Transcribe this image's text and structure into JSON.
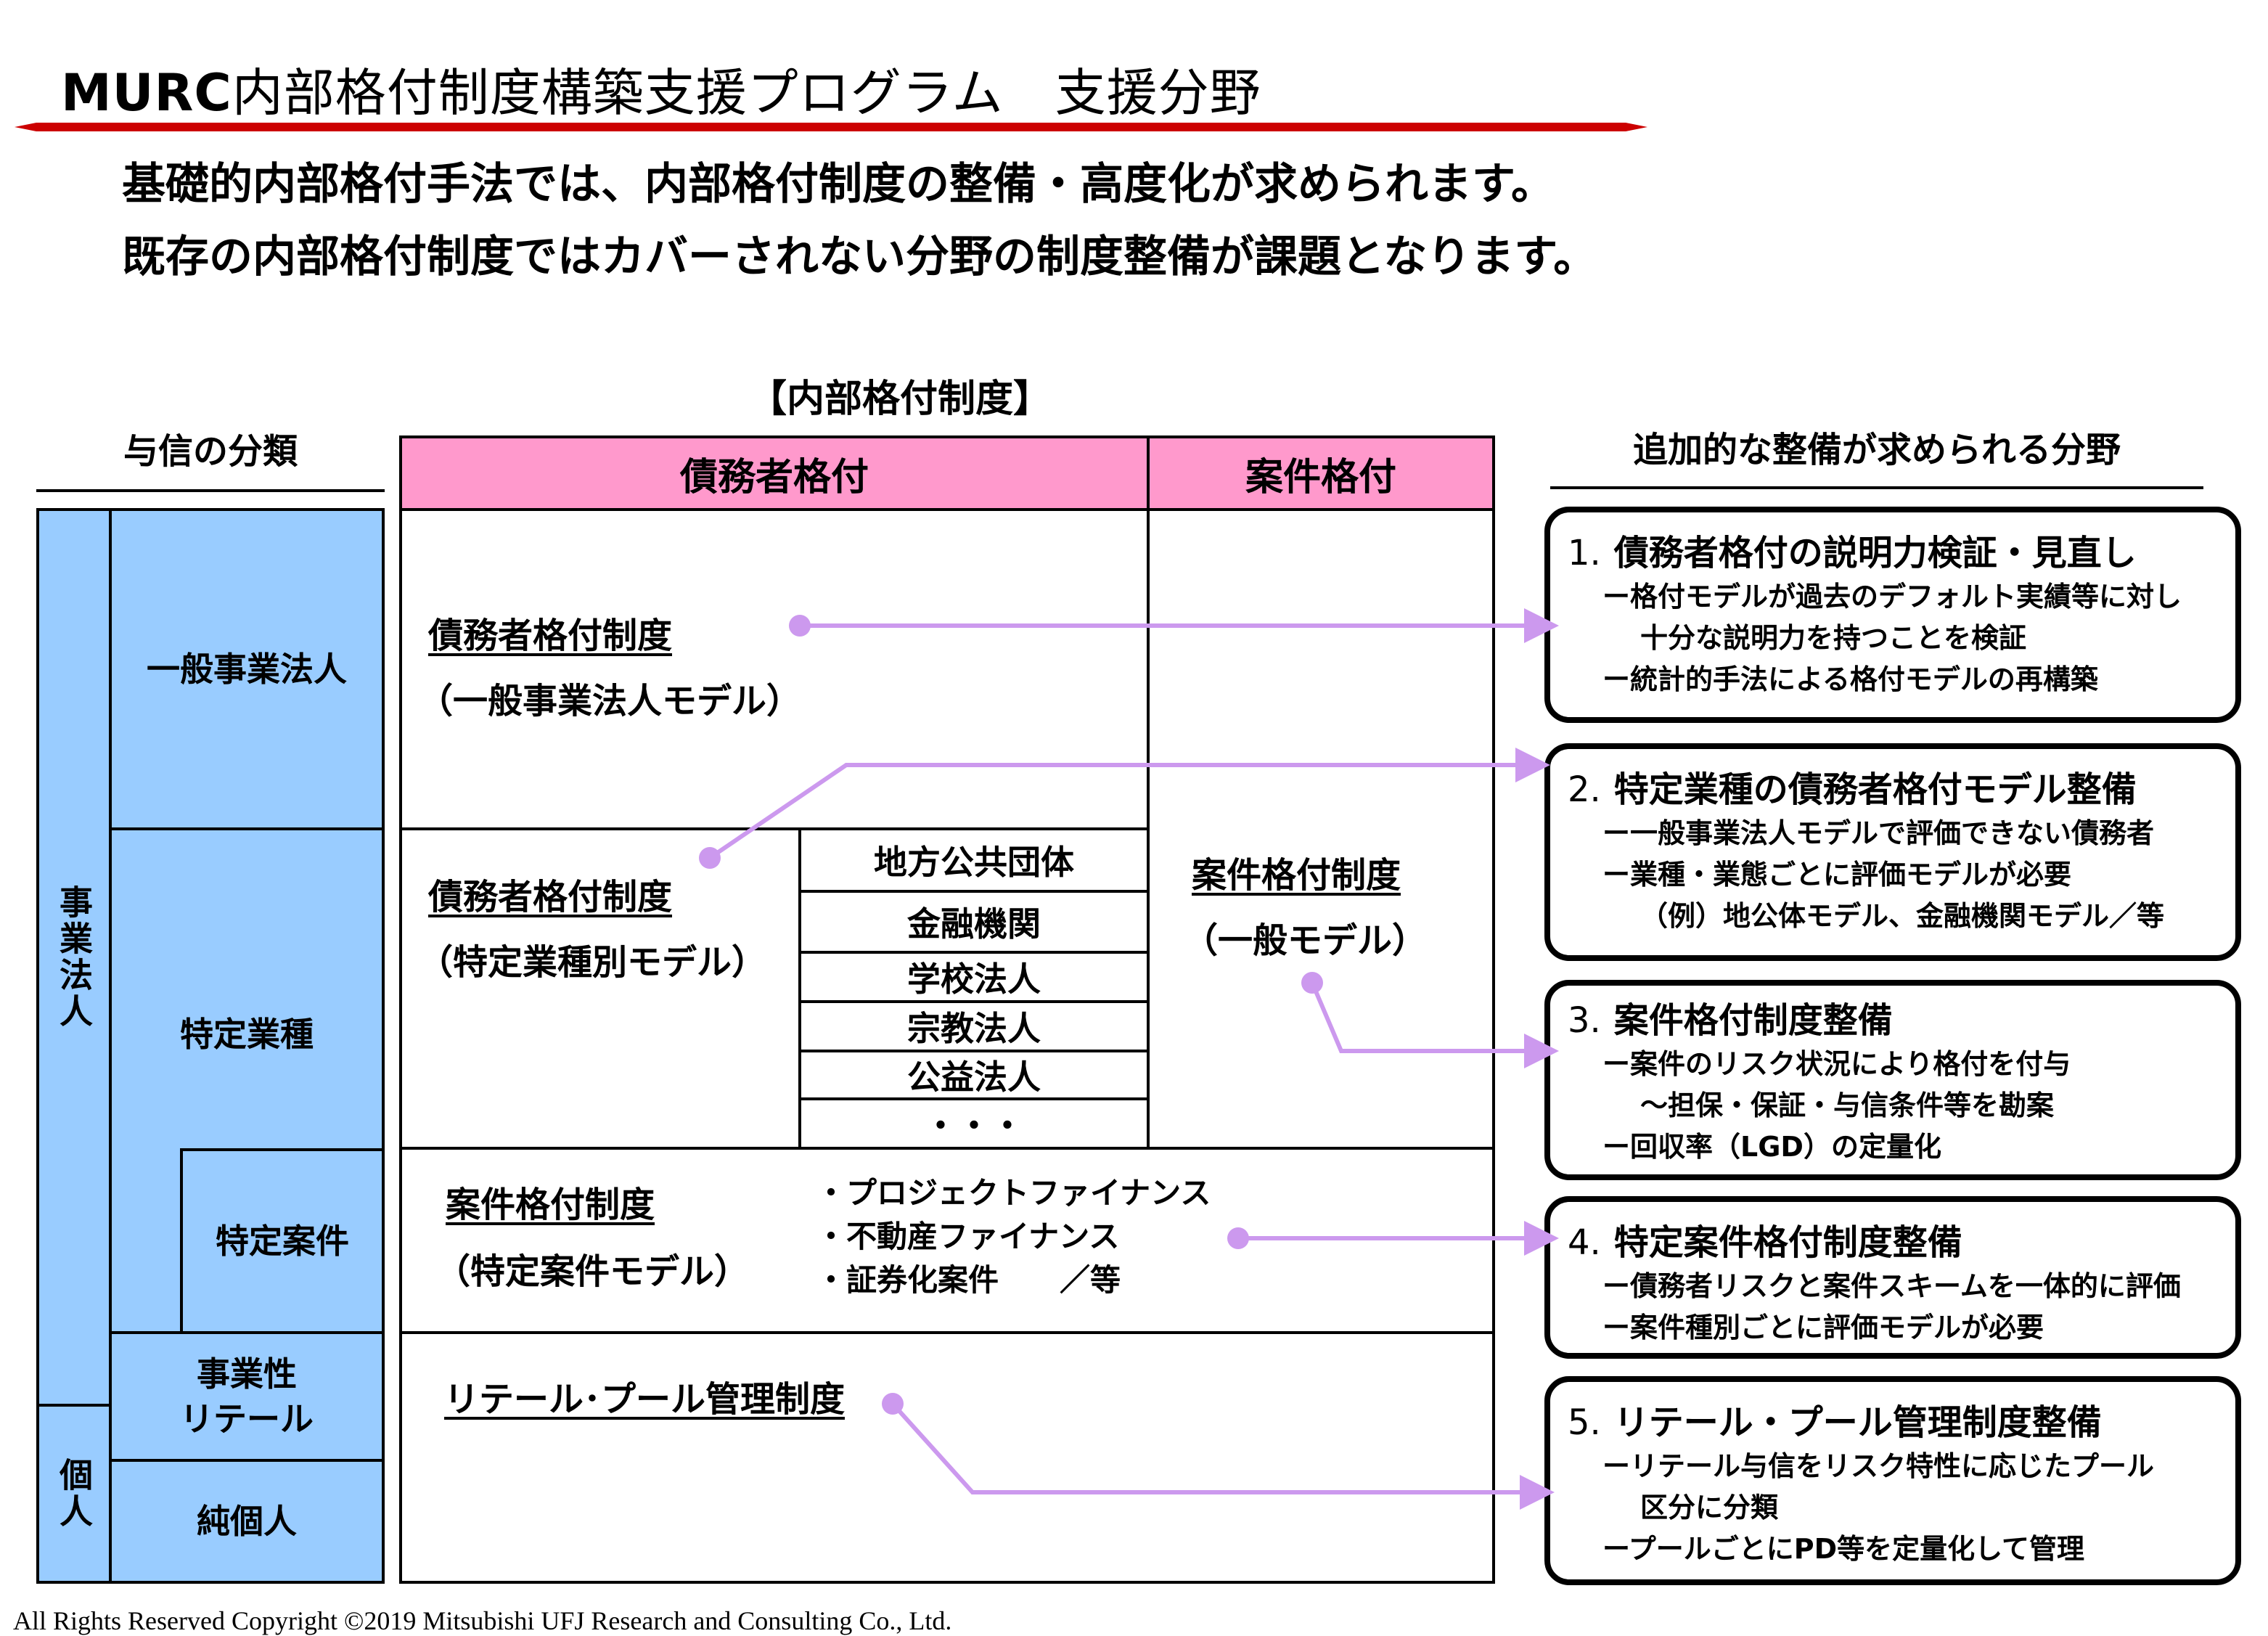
{
  "title": {
    "brand": "MURC",
    "text": "内部格付制度構築支援プログラム　支援分野"
  },
  "intro": [
    "基礎的内部格付手法では、内部格付制度の整備・高度化が求められます。",
    "既存の内部格付制度ではカバーされない分野の制度整備が課題となります。"
  ],
  "left": {
    "header": "与信の分類",
    "group_corporate": "事業法人",
    "group_individual": "個人",
    "general_corp": "一般事業法人",
    "specific_industry": "特定業種",
    "specific_project": "特定案件",
    "business_retail": "事業性\nリテール",
    "pure_individual": "純個人"
  },
  "middle": {
    "header": "【内部格付制度】",
    "col_obligor": "債務者格付",
    "col_facility": "案件格付",
    "obligor_general": {
      "label": "債務者格付制度",
      "sub": "（一般事業法人モデル）"
    },
    "obligor_specific": {
      "label": "債務者格付制度",
      "sub": "（特定業種別モデル）"
    },
    "sectors": [
      "地方公共団体",
      "金融機関",
      "学校法人",
      "宗教法人",
      "公益法人",
      "・・・"
    ],
    "facility_general": {
      "label": "案件格付制度",
      "sub": "（一般モデル）"
    },
    "facility_specific": {
      "label": "案件格付制度",
      "sub": "（特定案件モデル）"
    },
    "facility_bullets": [
      "・プロジェクトファイナンス",
      "・不動産ファイナンス",
      "・証券化案件　　／等"
    ],
    "retail": {
      "label": "リテール･プール管理制度"
    }
  },
  "right": {
    "header": "追加的な整備が求められる分野",
    "boxes": [
      {
        "num": "1.",
        "title": "債務者格付の説明力検証・見直し",
        "lines": [
          {
            "t": "ー格付モデルが過去のデフォルト実績等に対し",
            "indent": false
          },
          {
            "t": "十分な説明力を持つことを検証",
            "indent": true
          },
          {
            "t": "ー統計的手法による格付モデルの再構築",
            "indent": false
          }
        ]
      },
      {
        "num": "2.",
        "title": "特定業種の債務者格付モデル整備",
        "lines": [
          {
            "t": "ー一般事業法人モデルで評価できない債務者",
            "indent": false
          },
          {
            "t": "ー業種・業態ごとに評価モデルが必要",
            "indent": false
          },
          {
            "t": "（例）地公体モデル、金融機関モデル／等",
            "indent": true
          }
        ]
      },
      {
        "num": "3.",
        "title": "案件格付制度整備",
        "lines": [
          {
            "t": "ー案件のリスク状況により格付を付与",
            "indent": false
          },
          {
            "t": "～担保・保証・与信条件等を勘案",
            "indent": true
          },
          {
            "t": "ー回収率（LGD）の定量化",
            "indent": false
          }
        ]
      },
      {
        "num": "4.",
        "title": "特定案件格付制度整備",
        "lines": [
          {
            "t": "ー債務者リスクと案件スキームを一体的に評価",
            "indent": false
          },
          {
            "t": "ー案件種別ごとに評価モデルが必要",
            "indent": false
          }
        ]
      },
      {
        "num": "5.",
        "title": "リテール・プール管理制度整備",
        "lines": [
          {
            "t": "ーリテール与信をリスク特性に応じたプール",
            "indent": false
          },
          {
            "t": "区分に分類",
            "indent": true
          },
          {
            "t": "ープールごとにPD等を定量化して管理",
            "indent": false
          }
        ]
      }
    ]
  },
  "colors": {
    "title_rule": "#cc0000",
    "left_fill": "#99ccff",
    "header_fill": "#ff99cc",
    "connector": "#cc99ee"
  },
  "footer": "All Rights Reserved Copyright ©2019 Mitsubishi UFJ Research and Consulting Co., Ltd."
}
